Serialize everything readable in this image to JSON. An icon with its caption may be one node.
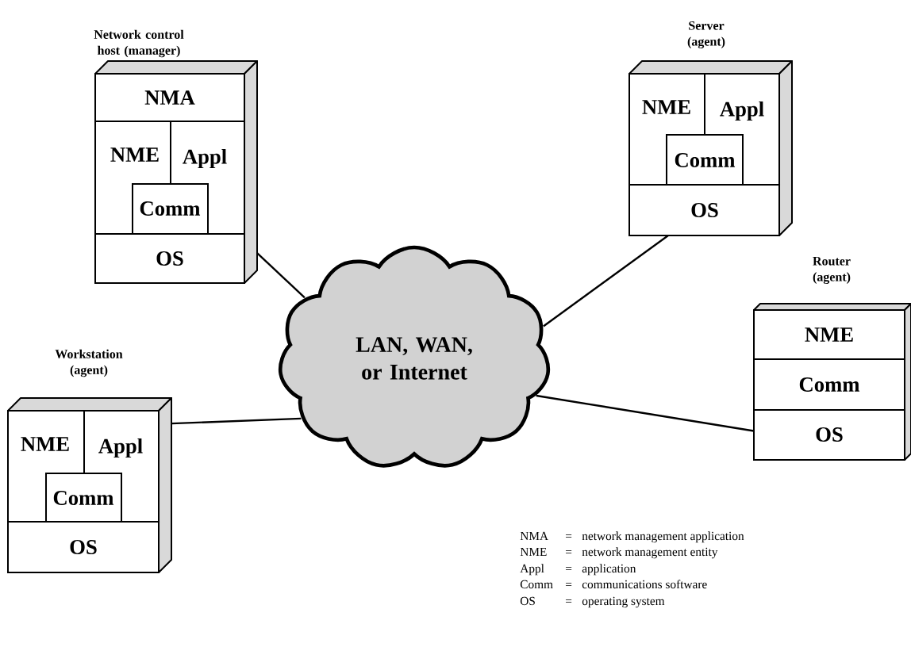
{
  "diagram": {
    "nodes": [
      {
        "text": [
          "Network control host (manager)"
        ]
      },
      {
        "text": [
          "NMA"
        ],
        "in": 0
      },
      {
        "text": [
          "NME"
        ],
        "in": 0
      },
      {
        "text": [
          "Appl"
        ],
        "in": 0
      },
      {
        "text": [
          "Comm"
        ],
        "in": 0
      },
      {
        "text": [
          "OS"
        ],
        "in": 0
      },
      {
        "text": [
          "Server (agent)"
        ]
      },
      {
        "text": [
          "NME"
        ],
        "in": 6
      },
      {
        "text": [
          "Appl"
        ],
        "in": 6
      },
      {
        "text": [
          "Comm"
        ],
        "in": 6
      },
      {
        "text": [
          "OS"
        ],
        "in": 6
      },
      {
        "text": [
          "Router (agent)"
        ]
      },
      {
        "text": [
          "NME"
        ],
        "in": 11
      },
      {
        "text": [
          "Comm"
        ],
        "in": 11
      },
      {
        "text": [
          "OS"
        ],
        "in": 11
      },
      {
        "text": [
          "Workstation (agent)"
        ]
      },
      {
        "text": [
          "NME"
        ],
        "in": 15
      },
      {
        "text": [
          "Appl"
        ],
        "in": 15
      },
      {
        "text": [
          "Comm"
        ],
        "in": 15
      },
      {
        "text": [
          "OS"
        ],
        "in": 15
      },
      {
        "text": [
          "LAN, WAN, or Internet"
        ]
      }
    ],
    "edges": [
      {
        "from": 0,
        "to": 20,
        "arrow": "none"
      },
      {
        "from": 6,
        "to": 20,
        "arrow": "none"
      },
      {
        "from": 15,
        "to": 20,
        "arrow": "none"
      },
      {
        "from": 11,
        "to": 20,
        "arrow": "none"
      }
    ],
    "labels": [
      "NMA",
      "=",
      "network management application",
      "NME",
      "=",
      "network management entity",
      "Appl",
      "=",
      "application",
      "Comm",
      "=",
      "communications software",
      "OS",
      "=",
      "operating system"
    ]
  }
}
